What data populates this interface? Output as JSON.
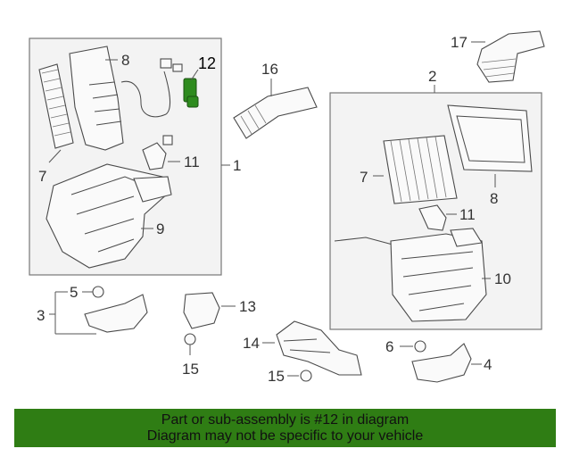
{
  "callouts": {
    "c1": "1",
    "c2": "2",
    "c3": "3",
    "c4": "4",
    "c5": "5",
    "c6": "6",
    "c7a": "7",
    "c7b": "7",
    "c8a": "8",
    "c8b": "8",
    "c9": "9",
    "c10": "10",
    "c11a": "11",
    "c11b": "11",
    "c12": "12",
    "c13": "13",
    "c14": "14",
    "c15a": "15",
    "c15b": "15",
    "c16": "16",
    "c17": "17"
  },
  "colors": {
    "highlight_part": "#2e8b1e",
    "banner_bg": "#2f7d14"
  },
  "banner": {
    "line1": "Part or sub-assembly is #12 in diagram",
    "line2": "Diagram may not be specific to your vehicle"
  }
}
